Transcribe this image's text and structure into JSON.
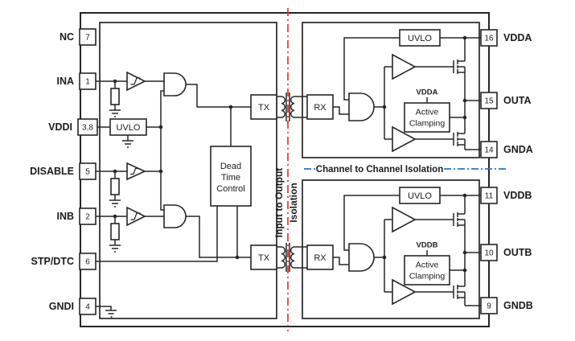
{
  "pins_left": [
    {
      "label": "NC",
      "num": "7"
    },
    {
      "label": "INA",
      "num": "1"
    },
    {
      "label": "VDDI",
      "num": "3,8"
    },
    {
      "label": "DISABLE",
      "num": "5"
    },
    {
      "label": "INB",
      "num": "2"
    },
    {
      "label": "STP/DTC",
      "num": "6"
    },
    {
      "label": "GNDI",
      "num": "4"
    }
  ],
  "pins_right": [
    {
      "label": "VDDA",
      "num": "16"
    },
    {
      "label": "OUTA",
      "num": "15"
    },
    {
      "label": "GNDA",
      "num": "14"
    },
    {
      "label": "VDDB",
      "num": "11"
    },
    {
      "label": "OUTB",
      "num": "10"
    },
    {
      "label": "GNDB",
      "num": "9"
    }
  ],
  "blocks": {
    "uvlo": "UVLO",
    "dead_time": [
      "Dead",
      "Time",
      "Control"
    ],
    "tx": "TX",
    "rx": "RX",
    "active_clamping": [
      "Active",
      "Clamping"
    ],
    "supply_a": "VDDA",
    "supply_b": "VDDB"
  },
  "isolation": {
    "input_output_line1": "Input to Output",
    "input_output_line2": "Isolation",
    "channel": "Channel to Channel Isolation"
  },
  "colors": {
    "red": "#e02b20",
    "blue": "#2e75b6",
    "line": "#262626"
  }
}
